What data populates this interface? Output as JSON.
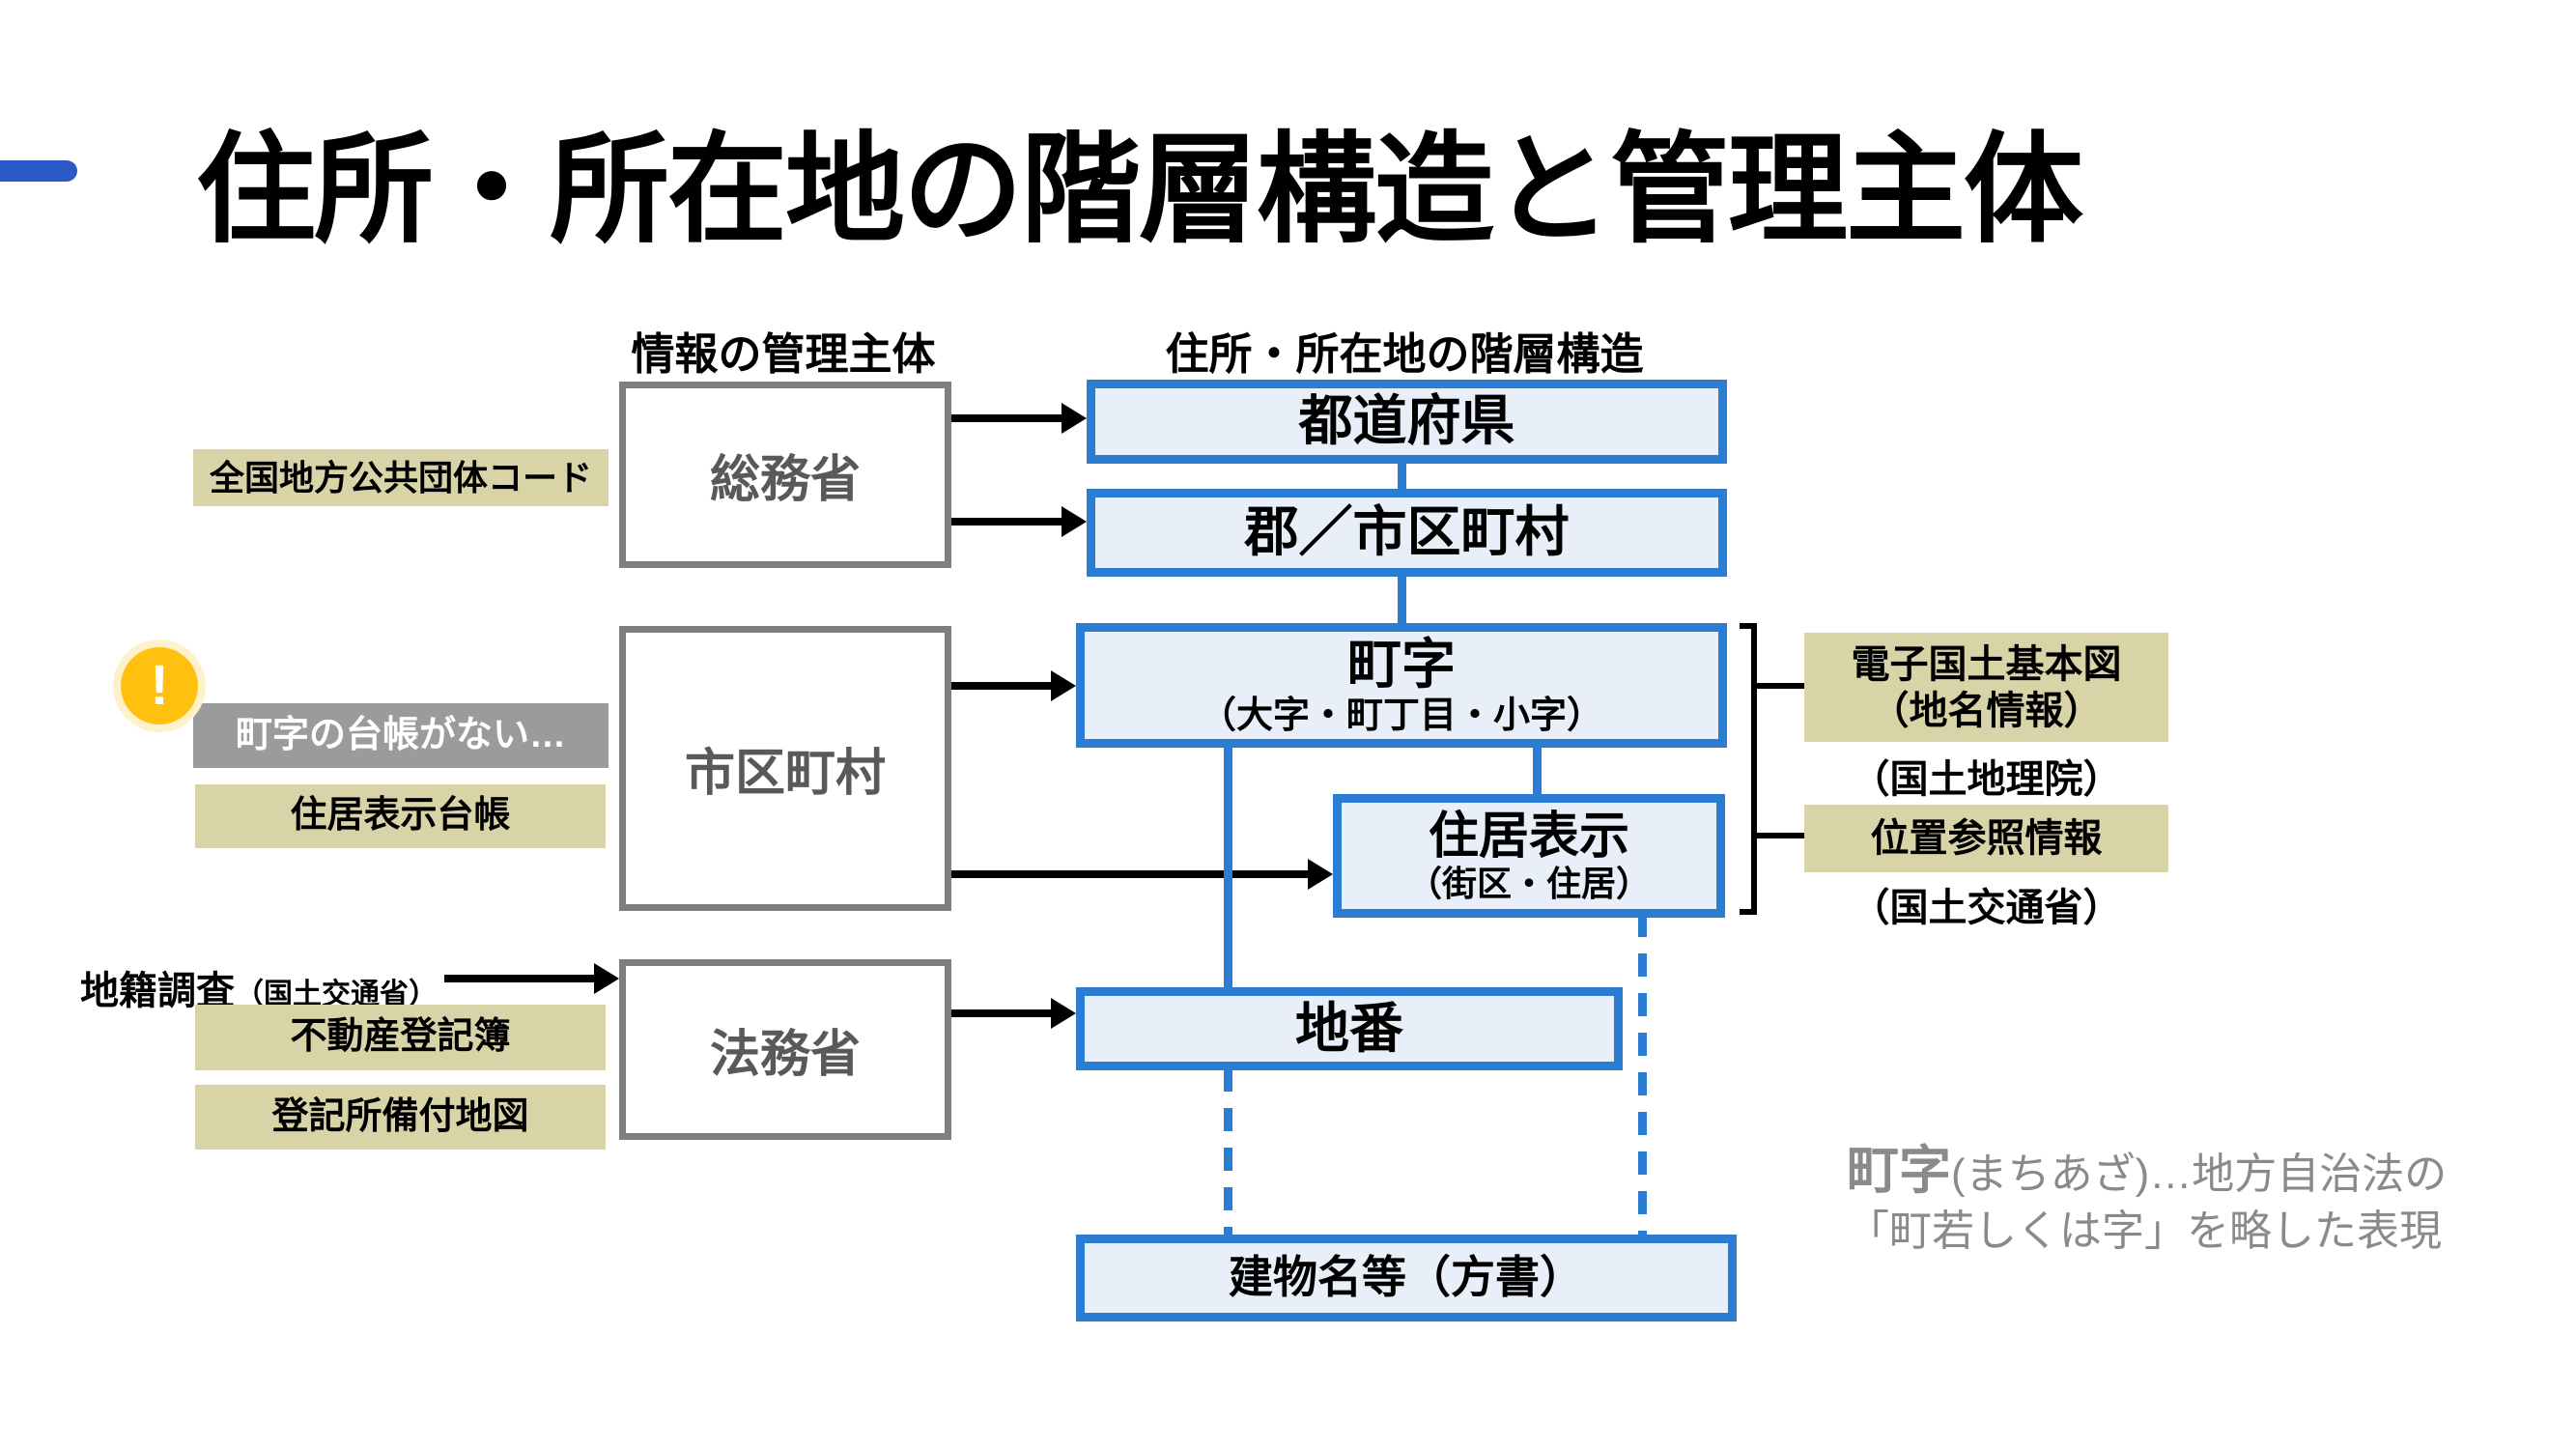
{
  "slide": {
    "title": "住所・所在地の階層構造と管理主体"
  },
  "headers": {
    "left": "情報の管理主体",
    "right": "住所・所在地の階層構造"
  },
  "ministries": {
    "soumu": "総務省",
    "shikuchoson": "市区町村",
    "houmu": "法務省"
  },
  "hierarchy": {
    "todofuken": "都道府県",
    "gun_shikuchoson": "郡／市区町村",
    "machiaza": "町字",
    "machiaza_sub": "（大字・町丁目・小字）",
    "jukyohyoji": "住居表示",
    "jukyohyoji_sub": "（街区・住居）",
    "chiban": "地番",
    "tatemono": "建物名等（方書）"
  },
  "side_labels": {
    "zenkoku_code": "全国地方公共団体コード",
    "daicho_warning": "町字の台帳がない…",
    "jukyo_daicho": "住居表示台帳",
    "chiseki": "地籍調査",
    "chiseki_sub": "（国土交通省）",
    "fudosan": "不動産登記簿",
    "touki_map": "登記所備付地図",
    "denshi_map": "電子国土基本図",
    "denshi_map_sub": "（地名情報）",
    "denshi_org": "（国土地理院）",
    "ichi_sansho": "位置参照情報",
    "ichi_org": "（国土交通省）"
  },
  "icons": {
    "warning_exclamation": "!"
  },
  "note": {
    "term": "町字",
    "line1_rest": "(まちあざ)…地方自治法の",
    "line2": "「町若しくは字」を略した表現"
  },
  "colors": {
    "accent_blue_border": "#2b7cd3",
    "box_fill_light_blue": "#e9eff9",
    "tan_label": "#d8d4a8",
    "gray_label": "#9b9b9b",
    "gray_box_border": "#7f7f7f",
    "ministry_text": "#595959",
    "warning_orange": "#ffc010",
    "note_gray": "#8a8a8a",
    "title_dash_blue": "#2b59c8"
  }
}
